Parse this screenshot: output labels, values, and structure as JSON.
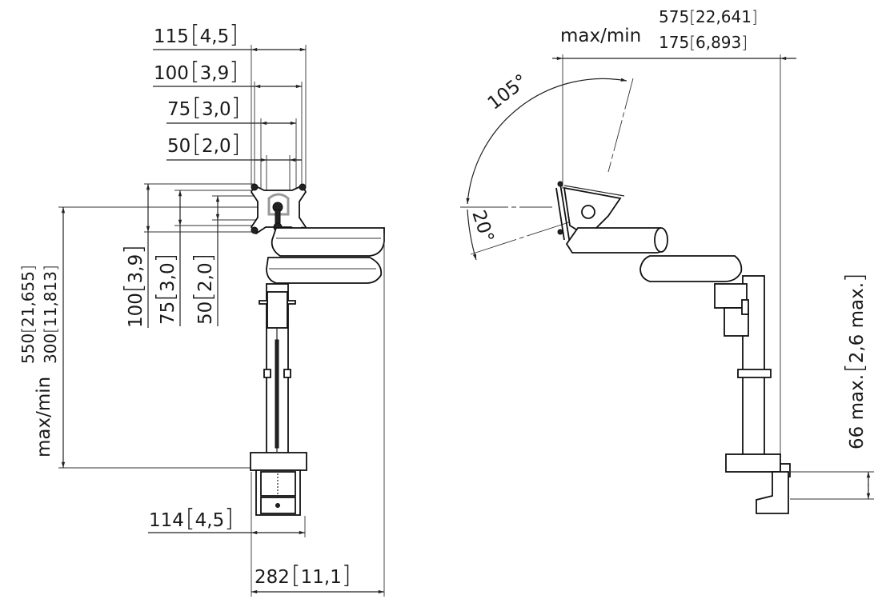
{
  "front_view": {
    "vesa_width_dims": [
      {
        "mm": "115",
        "in": "4,5"
      },
      {
        "mm": "100",
        "in": "3,9"
      },
      {
        "mm": "75",
        "in": "3,0"
      },
      {
        "mm": "50",
        "in": "2,0"
      }
    ],
    "vesa_height_dims": [
      {
        "mm": "100",
        "in": "3,9"
      },
      {
        "mm": "75",
        "in": "3,0"
      },
      {
        "mm": "50",
        "in": "2,0"
      }
    ],
    "height_dim": {
      "prefix": "max/min",
      "max_mm": "550",
      "max_in": "21,655",
      "min_mm": "300",
      "min_in": "11,813"
    },
    "clamp_width": {
      "mm": "114",
      "in": "4,5"
    },
    "base_depth": {
      "mm": "282",
      "in": "11,1"
    }
  },
  "side_view": {
    "reach_dim": {
      "prefix": "max/min",
      "max_mm": "575",
      "max_in": "22,641",
      "min_mm": "175",
      "min_in": "6,893"
    },
    "tilt_up": "105°",
    "tilt_down": "20°",
    "desk_thickness": {
      "mm": "66 max.",
      "in": "2,6 max."
    }
  }
}
